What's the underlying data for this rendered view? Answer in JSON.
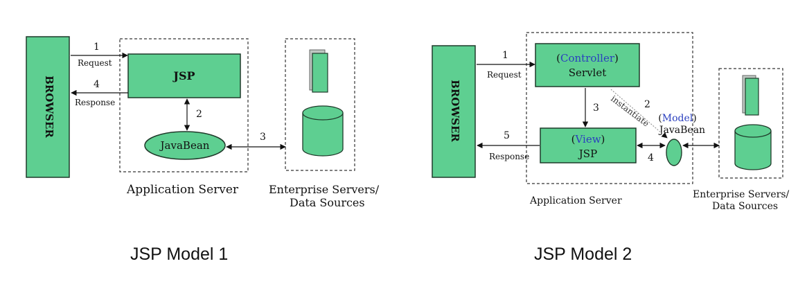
{
  "colors": {
    "box_fill": "#5ecf91",
    "box_stroke": "#1f3a2a",
    "role_text": "#2a3fbf",
    "line": "#111111"
  },
  "model1": {
    "caption": "JSP Model 1",
    "browser": "BROWSER",
    "jsp": "JSP",
    "javabean": "JavaBean",
    "app_server": "Application Server",
    "enterprise_line1": "Enterprise Servers/",
    "enterprise_line2": "Data Sources",
    "step1": "1",
    "request": "Request",
    "step4": "4",
    "response": "Response",
    "step2": "2",
    "step3": "3"
  },
  "model2": {
    "caption": "JSP Model 2",
    "browser": "BROWSER",
    "controller_open": "(",
    "controller_role": "Controller",
    "controller_close": ")",
    "servlet": "Servlet",
    "view_open": "(",
    "view_role": "View",
    "view_close": ")",
    "jsp": "JSP",
    "model_open": "(",
    "model_role": "Model",
    "model_close": ")",
    "javabean": "JavaBean",
    "instantiate": "instantiate",
    "app_server": "Application Server",
    "enterprise_line1": "Enterprise Servers/",
    "enterprise_line2": "Data Sources",
    "step1": "1",
    "request": "Request",
    "step2": "2",
    "step3": "3",
    "step4": "4",
    "step5": "5",
    "response": "Response"
  }
}
